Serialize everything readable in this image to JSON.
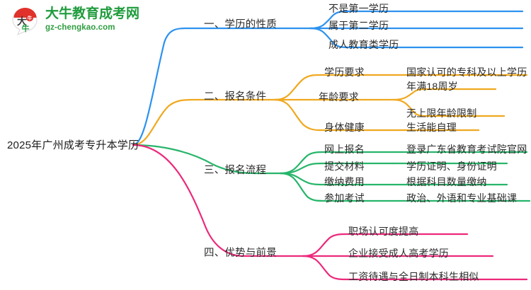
{
  "logo": {
    "name": "大牛教育成考网",
    "url_text": "gz-chengkao.com",
    "mark_text": "大牛",
    "color_green": "#1f9b3c",
    "color_red": "#e0322b"
  },
  "mindmap": {
    "root": {
      "label": "2025年广州成考专升本学历"
    },
    "colors": {
      "branch1": "#2d92ef",
      "branch2": "#f0a81e",
      "branch3": "#27b56a",
      "branch4": "#ec297b"
    },
    "branches": [
      {
        "label": "一、学历的性质",
        "color": "#2d92ef",
        "children": [
          {
            "label": "不是第一学历",
            "children": []
          },
          {
            "label": "属于第二学历",
            "children": []
          },
          {
            "label": "成人教育类学历",
            "children": []
          }
        ]
      },
      {
        "label": "二、报名条件",
        "color": "#f0a81e",
        "children": [
          {
            "label": "学历要求",
            "children": [
              {
                "label": "国家认可的专科及以上学历"
              }
            ]
          },
          {
            "label": "年龄要求",
            "children": [
              {
                "label": "年满18周岁"
              },
              {
                "label": "无上限年龄限制"
              }
            ]
          },
          {
            "label": "身体健康",
            "children": [
              {
                "label": "生活能自理"
              }
            ]
          }
        ]
      },
      {
        "label": "三、报名流程",
        "color": "#27b56a",
        "children": [
          {
            "label": "网上报名",
            "children": [
              {
                "label": "登录广东省教育考试院官网"
              }
            ]
          },
          {
            "label": "提交材料",
            "children": [
              {
                "label": "学历证明、身份证明"
              }
            ]
          },
          {
            "label": "缴纳费用",
            "children": [
              {
                "label": "根据科目数量缴纳"
              }
            ]
          },
          {
            "label": "参加考试",
            "children": [
              {
                "label": "政治、外语和专业基础课"
              }
            ]
          }
        ]
      },
      {
        "label": "四、优势与前景",
        "color": "#ec297b",
        "children": [
          {
            "label": "职场认可度提高",
            "children": []
          },
          {
            "label": "企业接受成人高考学历",
            "children": []
          },
          {
            "label": "工资待遇与全日制本科生相似",
            "children": []
          }
        ]
      }
    ]
  }
}
